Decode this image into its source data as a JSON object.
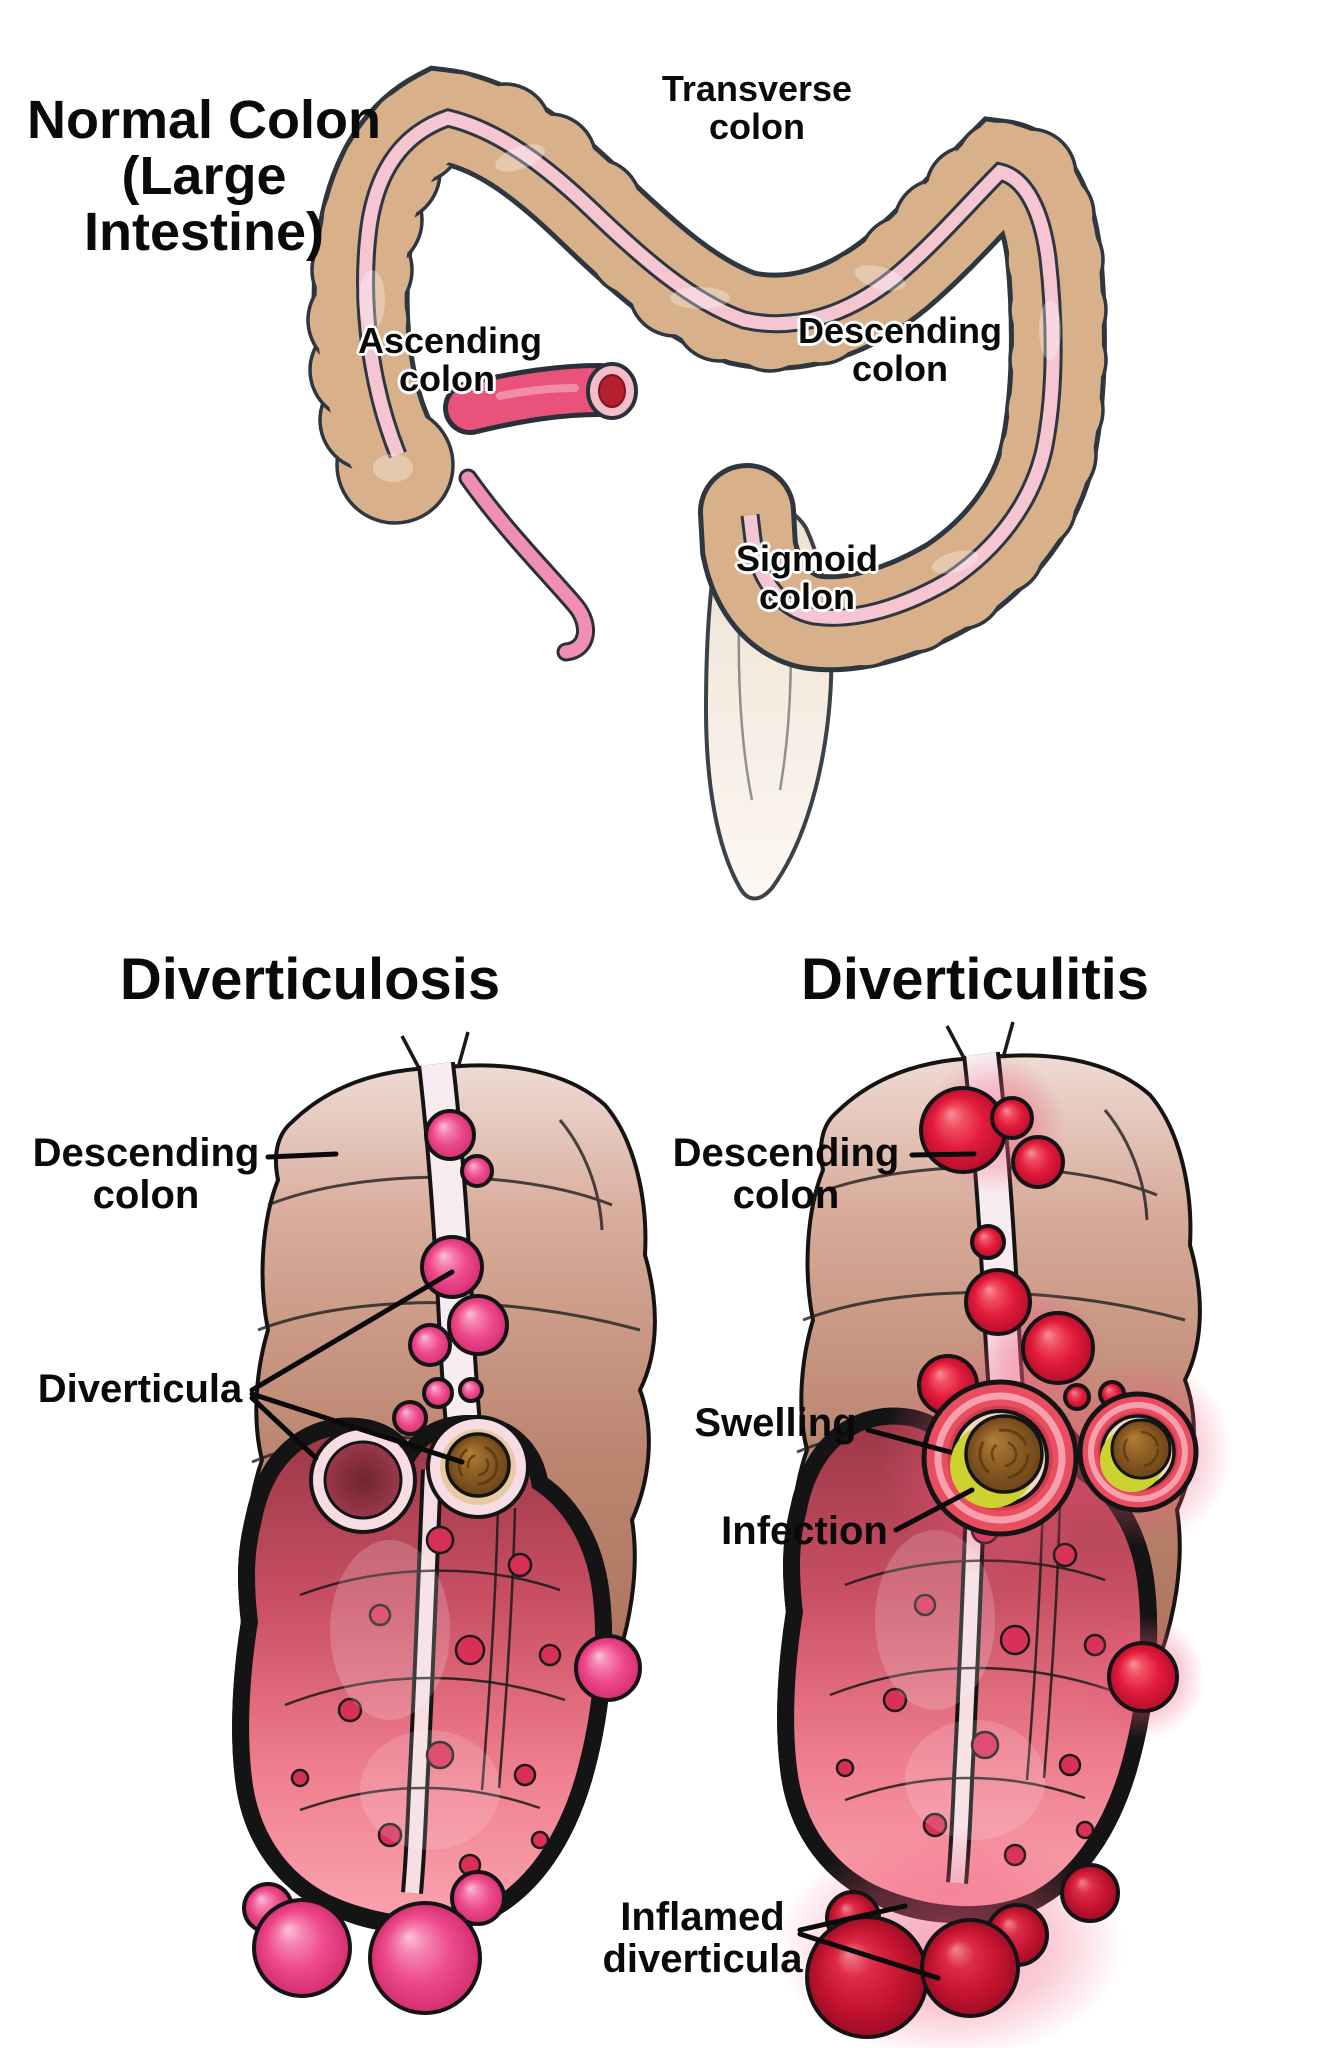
{
  "title": {
    "lines": [
      "Normal Colon",
      "(Large",
      "Intestine)"
    ]
  },
  "normal_colon": {
    "labels": {
      "transverse": "Transverse colon",
      "ascending": "Ascending colon",
      "descending": "Descending colon",
      "sigmoid": "Sigmoid colon"
    }
  },
  "diverticulosis_panel": {
    "heading": "Diverticulosis",
    "labels": {
      "descending_colon": "Descending colon",
      "diverticula": "Diverticula"
    }
  },
  "diverticulitis_panel": {
    "heading": "Diverticulitis",
    "labels": {
      "descending_colon": "Descending colon",
      "swelling": "Swelling",
      "infection": "Infection",
      "inflamed_diverticula": "Inflamed diverticula"
    }
  },
  "colors": {
    "outline": "#2e3640",
    "colon_tan": "#d8b18a",
    "taenia_pink": "#f5c6d2",
    "exterior_brown": "#bb8570",
    "wall_pale_pink": "#f8dce3",
    "interior_red": "#c94f63",
    "diverticula_pink": "#ee4a8b",
    "inflamed_red": "#e31b3c",
    "fecalith_brown": "#8f5e26",
    "infection_yellow": "#ccd22f",
    "ileum_red": "#e9527a"
  }
}
